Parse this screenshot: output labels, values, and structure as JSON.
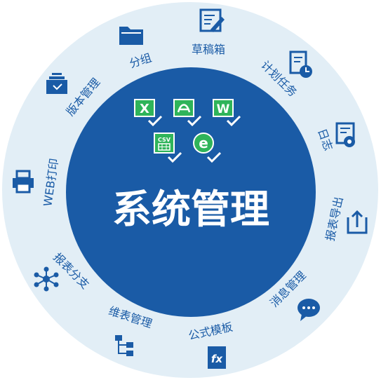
{
  "title": "系统管理",
  "colors": {
    "ring": "#e2eef6",
    "center": "#1a5ba6",
    "icon": "#1a5ba6",
    "label": "#1a5ba6",
    "check": "#2fb45a"
  },
  "center_icons": [
    {
      "name": "excel-icon",
      "text": "X"
    },
    {
      "name": "pdf-icon",
      "text": ""
    },
    {
      "name": "word-icon",
      "text": "W"
    },
    {
      "name": "csv-icon",
      "text": "CSV"
    },
    {
      "name": "ie-icon",
      "text": "e"
    }
  ],
  "modules": [
    {
      "key": "group",
      "label": "分组",
      "icon": "folder-icon"
    },
    {
      "key": "drafts",
      "label": "草稿箱",
      "icon": "edit-document-icon"
    },
    {
      "key": "scheduled",
      "label": "计划任务",
      "icon": "clock-document-icon"
    },
    {
      "key": "log",
      "label": "日志",
      "icon": "gear-document-icon"
    },
    {
      "key": "export",
      "label": "报表导出",
      "icon": "export-icon"
    },
    {
      "key": "messages",
      "label": "消息管理",
      "icon": "chat-bubble-icon"
    },
    {
      "key": "formula",
      "label": "公式模板",
      "icon": "fx-icon"
    },
    {
      "key": "dimension",
      "label": "维表管理",
      "icon": "hierarchy-icon"
    },
    {
      "key": "distribute",
      "label": "报表分支",
      "icon": "network-icon"
    },
    {
      "key": "webprint",
      "label": "WEB打印",
      "icon": "printer-icon"
    },
    {
      "key": "version",
      "label": "版本管理",
      "icon": "version-stack-icon"
    }
  ]
}
